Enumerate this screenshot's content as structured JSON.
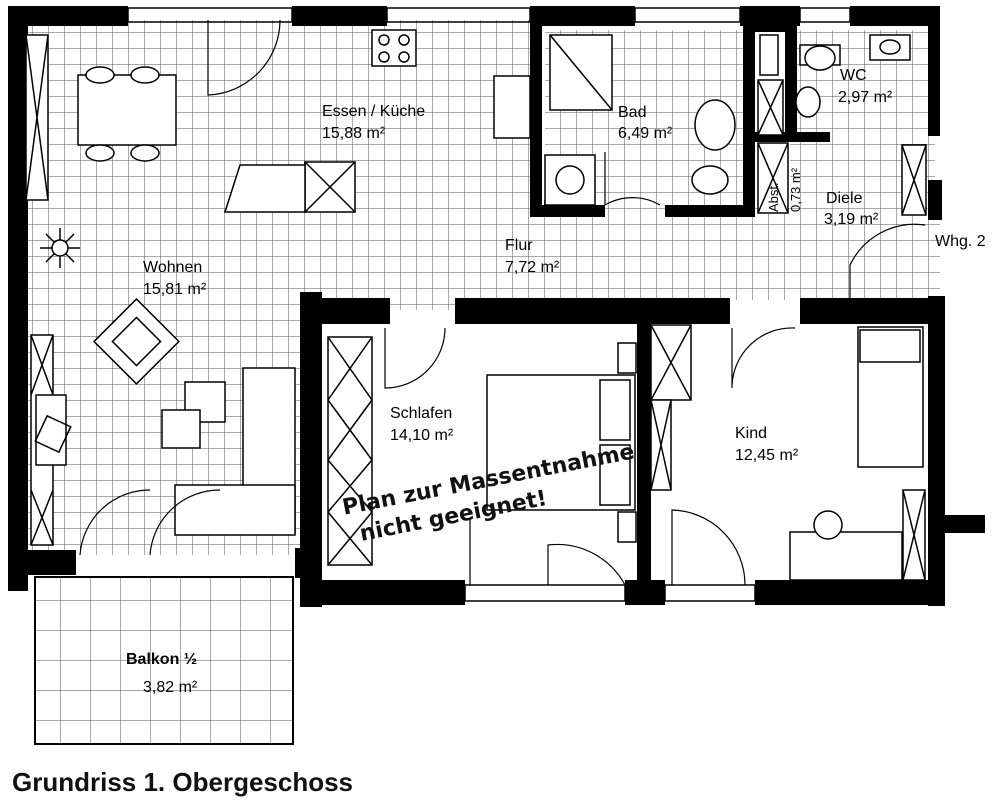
{
  "rooms": {
    "essen_kueche": {
      "name": "Essen / Küche",
      "area": "15,88 m²"
    },
    "bad": {
      "name": "Bad",
      "area": "6,49 m²"
    },
    "wc": {
      "name": "WC",
      "area": "2,97 m²"
    },
    "abst": {
      "name": "Abst.",
      "area": "0,73 m²"
    },
    "diele": {
      "name": "Diele",
      "area": "3,19 m²"
    },
    "wohnen": {
      "name": "Wohnen",
      "area": "15,81 m²"
    },
    "flur": {
      "name": "Flur",
      "area": "7,72 m²"
    },
    "schlafen": {
      "name": "Schlafen",
      "area": "14,10 m²"
    },
    "kind": {
      "name": "Kind",
      "area": "12,45 m²"
    },
    "balkon": {
      "name": "Balkon ½",
      "area": "3,82 m²"
    }
  },
  "neighbor_label": "Whg. 2",
  "stamp": {
    "line1": "Plan zur Massentnahme",
    "line2": "nicht geeignet!"
  },
  "caption": "Grundriss 1. Obergeschoss",
  "colors": {
    "wall": "#000000",
    "grid": "#555555",
    "background": "#ffffff"
  }
}
